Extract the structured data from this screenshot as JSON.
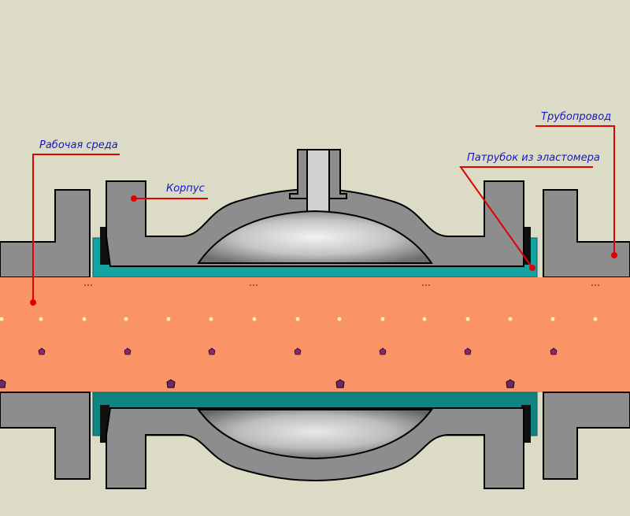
{
  "labels": {
    "working_medium": "Рабочая среда",
    "body": "Корпус",
    "pipeline": "Трубопровод",
    "elastomer_sleeve": "Патрубок из эластомера"
  },
  "colors": {
    "background": "#dcdcc6",
    "metal": "#8d8d8d",
    "outline": "#000000",
    "elastomer": "#14a3a0",
    "medium": "#fa9466",
    "leader_line": "#e00000",
    "label_text": "#1414d0"
  }
}
